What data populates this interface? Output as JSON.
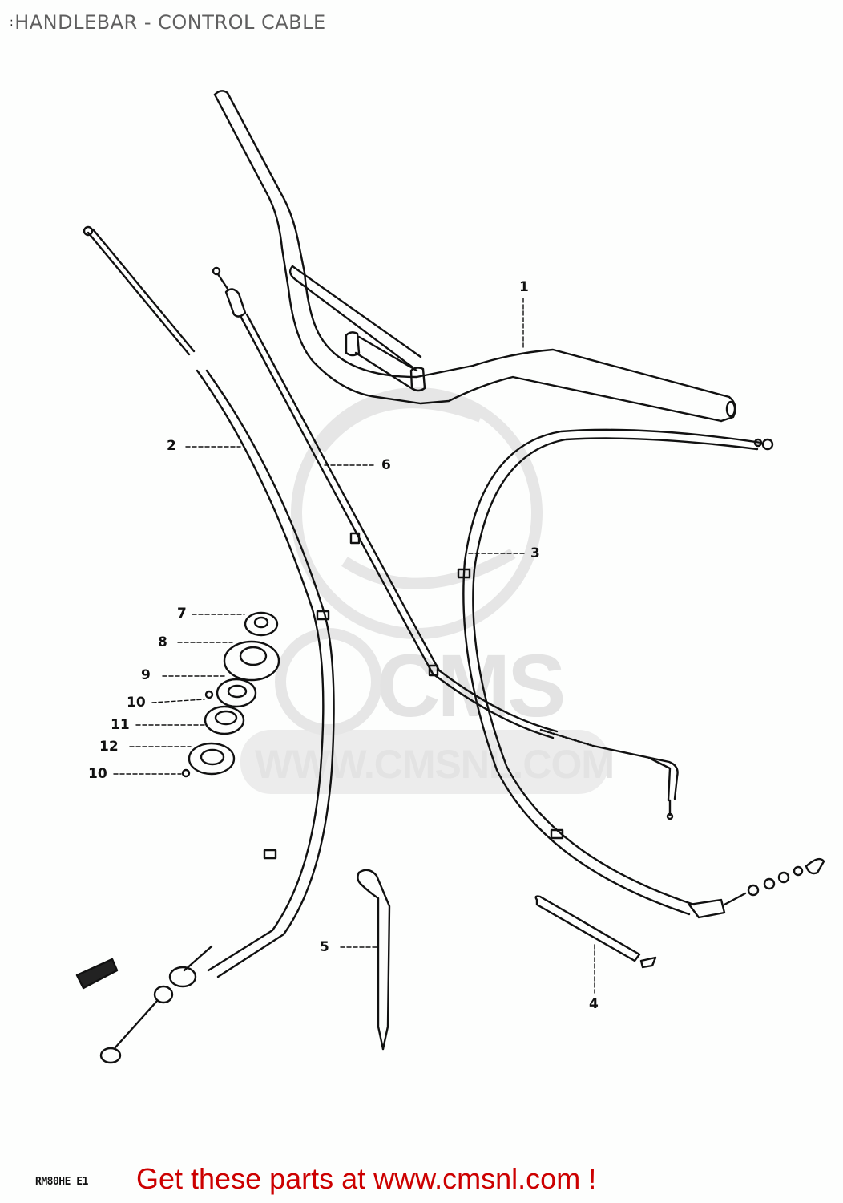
{
  "header": {
    "title": "HANDLEBAR - CONTROL CABLE",
    "prefix_glyph": ":"
  },
  "watermark": {
    "logo_text": "CMS",
    "url_text": "WWW.CMSNL.COM",
    "color": "#e3e3e3"
  },
  "diagram": {
    "callouts": [
      {
        "id": "1",
        "label": "1",
        "part": "handlebar"
      },
      {
        "id": "2",
        "label": "2",
        "part": "clutch-cable"
      },
      {
        "id": "3",
        "label": "3",
        "part": "throttle-cable"
      },
      {
        "id": "4",
        "label": "4",
        "part": "cable-clamp"
      },
      {
        "id": "5",
        "label": "5",
        "part": "cable-guide"
      },
      {
        "id": "6",
        "label": "6",
        "part": "choke-cable"
      },
      {
        "id": "7",
        "label": "7",
        "part": "steering-stem-nut"
      },
      {
        "id": "8",
        "label": "8",
        "part": "bearing-cover"
      },
      {
        "id": "9",
        "label": "9",
        "part": "upper-race"
      },
      {
        "id": "10a",
        "label": "10",
        "part": "steel-ball"
      },
      {
        "id": "11",
        "label": "11",
        "part": "lower-race"
      },
      {
        "id": "12",
        "label": "12",
        "part": "dust-seal"
      },
      {
        "id": "10b",
        "label": "10",
        "part": "steel-ball"
      }
    ]
  },
  "footer": {
    "model_code": "RM80HE E1",
    "promo_text": "Get these parts at www.cmsnl.com !",
    "promo_color": "#cc0000"
  }
}
